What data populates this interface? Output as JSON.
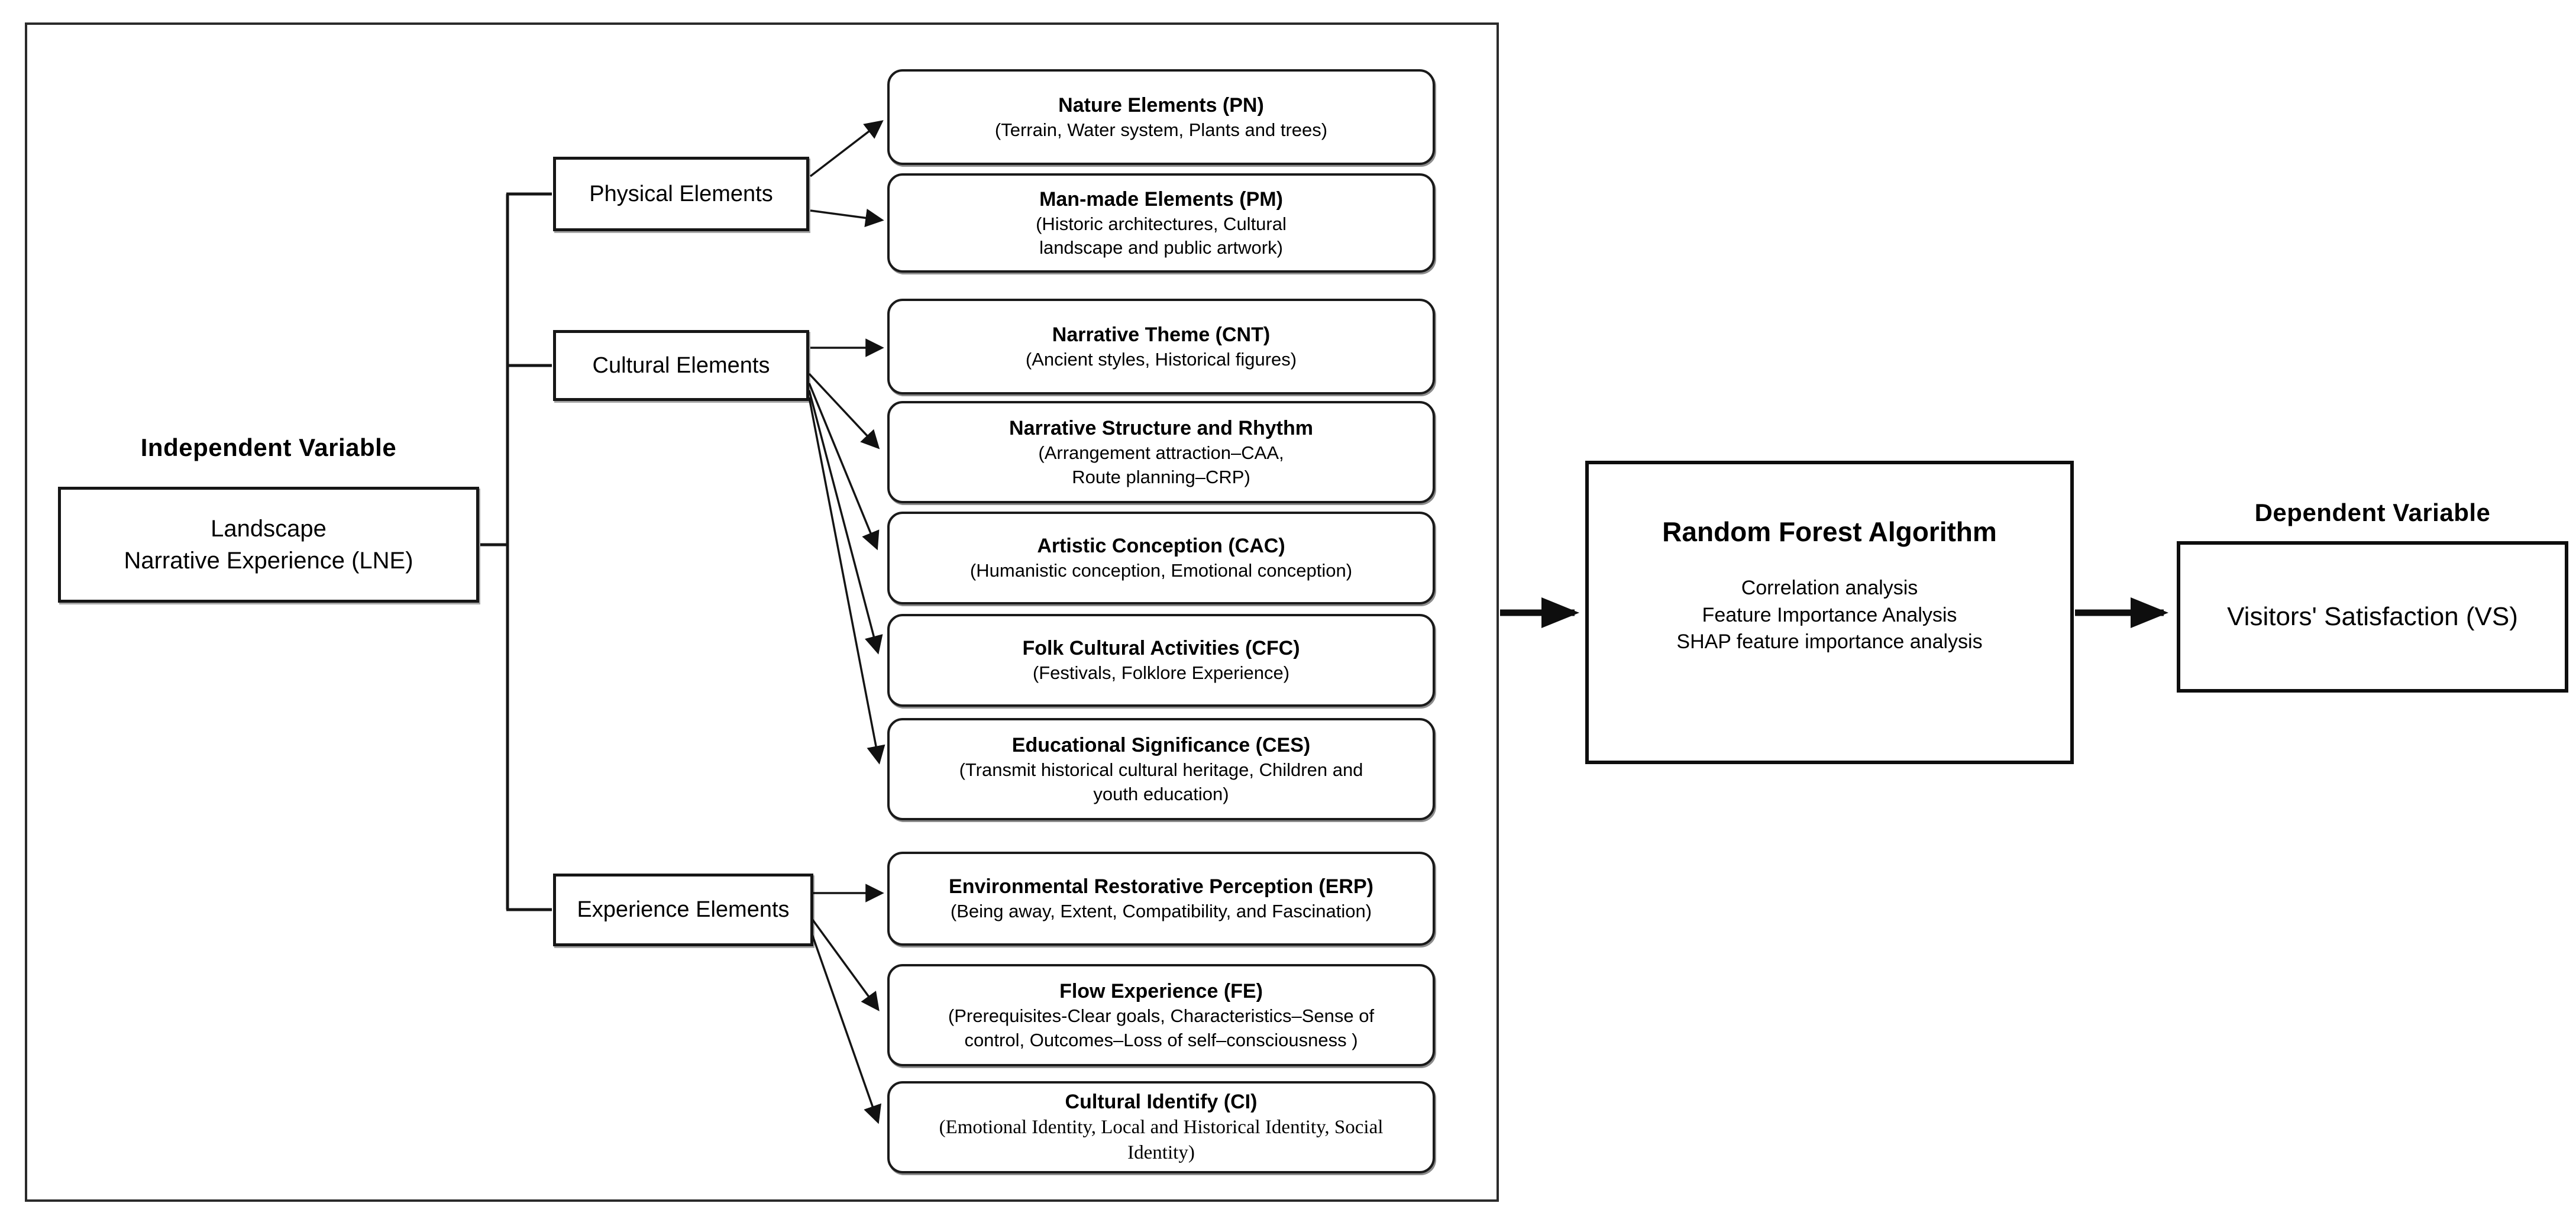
{
  "headings": {
    "independent": "Independent Variable",
    "dependent": "Dependent Variable"
  },
  "lne_box": {
    "line1": "Landscape",
    "line2": "Narrative Experience (LNE)"
  },
  "categories": [
    {
      "label": "Physical Elements"
    },
    {
      "label": "Cultural Elements"
    },
    {
      "label": "Experience Elements"
    }
  ],
  "factors": [
    {
      "title": "Nature Elements (PN)",
      "subtitle": "(Terrain, Water system, Plants and trees)"
    },
    {
      "title": "Man-made Elements (PM)",
      "subtitle": "(Historic architectures, Cultural\nlandscape and public artwork)"
    },
    {
      "title": "Narrative Theme (CNT)",
      "subtitle": "(Ancient styles, Historical figures)"
    },
    {
      "title": "Narrative Structure and Rhythm",
      "subtitle": "(Arrangement attraction–CAA,\nRoute planning–CRP)"
    },
    {
      "title": "Artistic Conception (CAC)",
      "subtitle": "(Humanistic conception, Emotional conception)"
    },
    {
      "title": "Folk Cultural Activities (CFC)",
      "subtitle": "(Festivals, Folklore Experience)"
    },
    {
      "title": "Educational Significance (CES)",
      "subtitle": "(Transmit historical cultural heritage, Children and\nyouth education)"
    },
    {
      "title": "Environmental Restorative Perception (ERP)",
      "subtitle": "(Being away, Extent, Compatibility, and Fascination)"
    },
    {
      "title": "Flow Experience (FE)",
      "subtitle": "(Prerequisites-Clear goals, Characteristics–Sense of\ncontrol, Outcomes–Loss of self–consciousness )"
    },
    {
      "title": "Cultural Identify (CI)",
      "subtitle": "(Emotional Identity, Local and Historical Identity, Social\nIdentity)"
    }
  ],
  "algorithm_box": {
    "title": "Random Forest Algorithm",
    "lines": [
      "Correlation analysis",
      "Feature Importance Analysis",
      "SHAP feature importance analysis"
    ]
  },
  "vs_box": {
    "label": "Visitors' Satisfaction (VS)"
  },
  "colors": {
    "ink": "#111111",
    "background": "#ffffff"
  }
}
